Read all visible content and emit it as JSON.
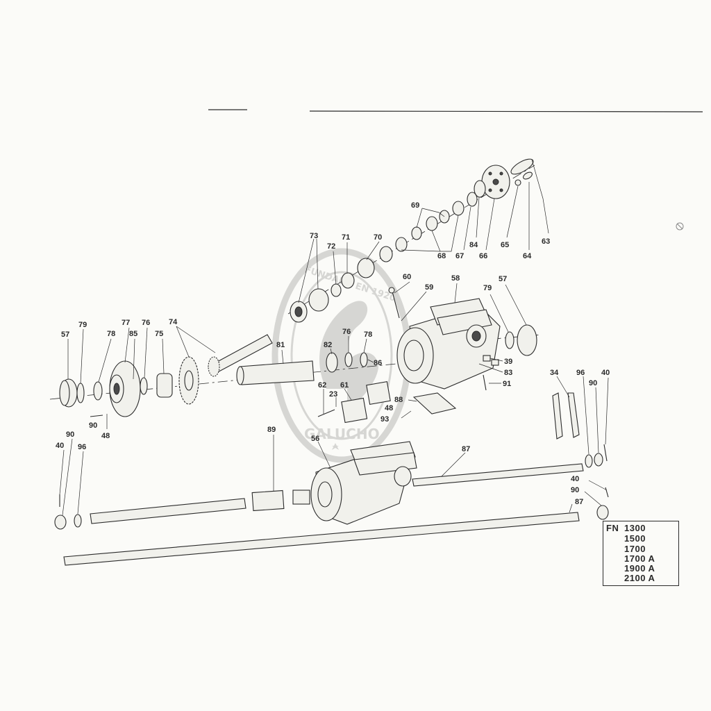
{
  "watermark": {
    "top_text": "FUNDADA EN 1920",
    "bottom_text": "GALUCHO"
  },
  "models": {
    "prefix": "FN",
    "list": [
      "1300",
      "1500",
      "1700",
      "1700 A",
      "1900 A",
      "2100 A"
    ]
  },
  "callouts": {
    "c63": "63",
    "c64": "64",
    "c65": "65",
    "c66": "66",
    "c84": "84",
    "c67": "67",
    "c68": "68",
    "c69": "69",
    "c70": "70",
    "c71": "71",
    "c72": "72",
    "c73": "73",
    "c60": "60",
    "c59": "59",
    "c58": "58",
    "c79r": "79",
    "c57r": "57",
    "c57l": "57",
    "c79l": "79",
    "c78l": "78",
    "c77": "77",
    "c85": "85",
    "c76l": "76",
    "c75": "75",
    "c74": "74",
    "c81": "81",
    "c82": "82",
    "c76m": "76",
    "c78m": "78",
    "c86": "86",
    "c39": "39",
    "c83": "83",
    "c91": "91",
    "c62": "62",
    "c61": "61",
    "c23": "23",
    "c88": "88",
    "c48m": "48",
    "c93": "93",
    "c90l": "90",
    "c48l": "48",
    "c34": "34",
    "c96r": "96",
    "c90r": "90",
    "c40r": "40",
    "c89": "89",
    "c56": "56",
    "c87a": "87",
    "c40b": "40",
    "c90b": "90",
    "c87b": "87",
    "c40l": "40",
    "c90ll": "90",
    "c96l": "96"
  }
}
